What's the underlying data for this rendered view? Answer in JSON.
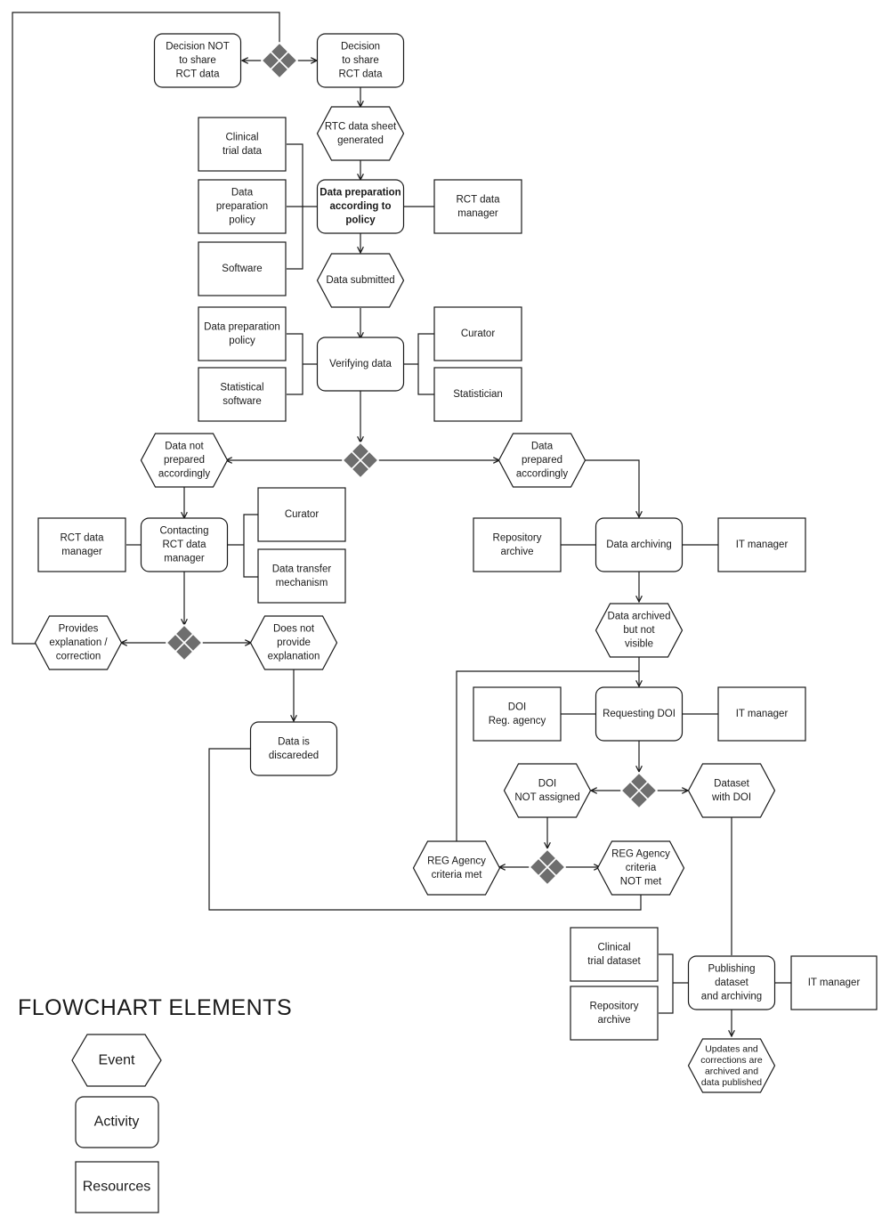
{
  "nodes": {
    "decision_not_share": [
      "Decision NOT",
      "to share",
      "RCT data"
    ],
    "decision_share": [
      "Decision",
      "to share",
      "RCT data"
    ],
    "rtc_sheet": [
      "RTC data sheet",
      "generated"
    ],
    "clinical_trial_data": [
      "Clinical",
      "trial data"
    ],
    "data_prep_policy_1": [
      "Data",
      "preparation",
      "policy"
    ],
    "software": [
      "Software"
    ],
    "data_prep_activity": [
      "Data preparation",
      "according to",
      "policy"
    ],
    "rct_manager_1": [
      "RCT data",
      "manager"
    ],
    "data_submitted": [
      "Data submitted"
    ],
    "data_prep_policy_2": [
      "Data preparation",
      "policy"
    ],
    "statistical_software": [
      "Statistical",
      "software"
    ],
    "verifying_data": [
      "Verifying data"
    ],
    "curator_1": [
      "Curator"
    ],
    "statistician": [
      "Statistician"
    ],
    "not_prepared": [
      "Data not",
      "prepared",
      "accordingly"
    ],
    "prepared": [
      "Data",
      "prepared",
      "accordingly"
    ],
    "rct_manager_2": [
      "RCT data",
      "manager"
    ],
    "contacting": [
      "Contacting",
      "RCT data",
      "manager"
    ],
    "curator_2": [
      "Curator"
    ],
    "data_transfer": [
      "Data transfer",
      "mechanism"
    ],
    "repository_archive_1": [
      "Repository",
      "archive"
    ],
    "data_archiving": [
      "Data archiving"
    ],
    "it_manager_1": [
      "IT manager"
    ],
    "provides_explanation": [
      "Provides",
      "explanation /",
      "correction"
    ],
    "no_explanation": [
      "Does not",
      "provide",
      "explanation"
    ],
    "archived_not_visible": [
      "Data archived",
      "but not",
      "visible"
    ],
    "doi_agency": [
      "DOI",
      "Reg. agency"
    ],
    "requesting_doi": [
      "Requesting DOI"
    ],
    "it_manager_2": [
      "IT manager"
    ],
    "data_discarded": [
      "Data is",
      "discareded"
    ],
    "doi_not_assigned": [
      "DOI",
      "NOT assigned"
    ],
    "dataset_with_doi": [
      "Dataset",
      "with DOI"
    ],
    "reg_criteria_met": [
      "REG Agency",
      "criteria met"
    ],
    "reg_criteria_not_met": [
      "REG Agency",
      "criteria",
      "NOT met"
    ],
    "clinical_trial_dataset": [
      "Clinical",
      "trial dataset"
    ],
    "repository_archive_2": [
      "Repository",
      "archive"
    ],
    "publishing": [
      "Publishing",
      "dataset",
      "and archiving"
    ],
    "it_manager_3": [
      "IT manager"
    ],
    "updates_archived": [
      "Updates and",
      "corrections are",
      "archived and",
      "data published"
    ]
  },
  "legend": {
    "title": "FLOWCHART ELEMENTS",
    "event": "Event",
    "activity": "Activity",
    "resources": "Resources"
  },
  "colors": {
    "stroke": "#1a1a1a",
    "gateway_fill": "#6e6e6e",
    "background": "#ffffff"
  }
}
